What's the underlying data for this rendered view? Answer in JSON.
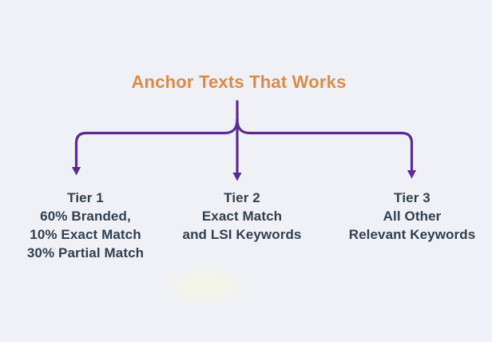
{
  "title": "Anchor Texts That Works",
  "colors": {
    "background": "#f0f1f6",
    "title": "#dd8b45",
    "arrow": "#5b2a96",
    "text": "#32404e"
  },
  "connector": {
    "description": "purple branching arrows from title to three tiers",
    "branches": [
      "left-arrow",
      "center-arrow",
      "right-arrow"
    ]
  },
  "tiers": [
    {
      "heading": "Tier 1",
      "lines": [
        "60% Branded,",
        "10% Exact Match",
        "30% Partial Match"
      ]
    },
    {
      "heading": "Tier 2",
      "lines": [
        "Exact Match",
        "and LSI Keywords"
      ]
    },
    {
      "heading": "Tier 3",
      "lines": [
        "All Other",
        "Relevant Keywords"
      ]
    }
  ]
}
